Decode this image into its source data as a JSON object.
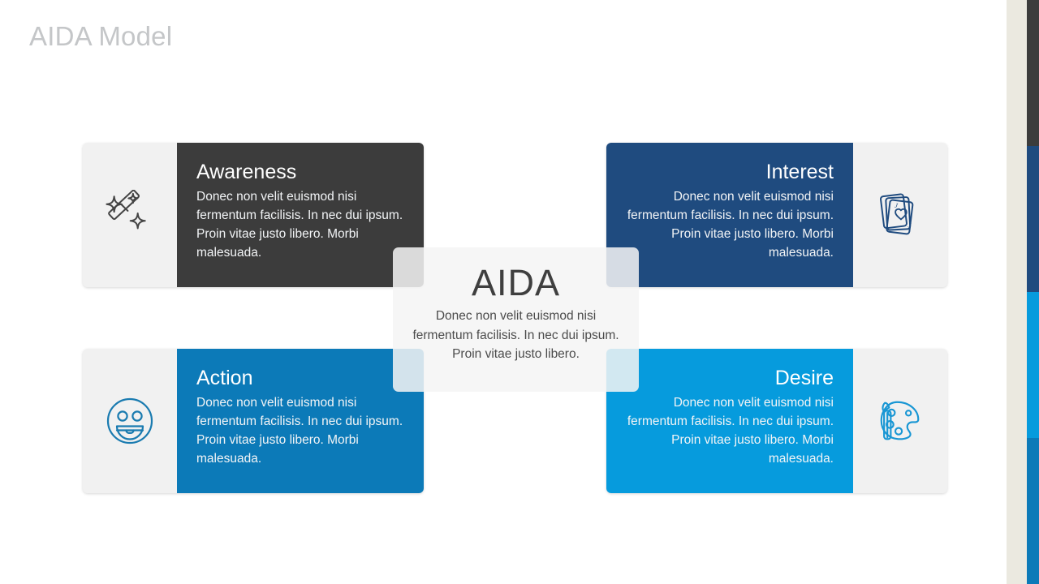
{
  "slide": {
    "title": "AIDA Model",
    "title_color": "#c4c6c8",
    "background": "#ffffff"
  },
  "center": {
    "title": "AIDA",
    "description": "Donec non velit euismod nisi fermentum facilisis. In nec dui ipsum. Proin vitae justo libero.",
    "background": "rgba(245,245,245,0.86)",
    "title_color": "#3f3f3f"
  },
  "cards": [
    {
      "key": "awareness",
      "title": "Awareness",
      "description": "Donec non velit euismod nisi fermentum facilisis. In nec dui ipsum. Proin vitae justo libero. Morbi malesuada.",
      "color": "#3c3c3c",
      "icon": "magic-wand-icon",
      "icon_color": "#444444",
      "side": "left"
    },
    {
      "key": "interest",
      "title": "Interest",
      "description": "Donec non velit euismod nisi fermentum facilisis. In nec dui ipsum. Proin vitae justo libero. Morbi malesuada.",
      "color": "#1f4b7f",
      "icon": "playing-cards-icon",
      "icon_color": "#1f4b7f",
      "side": "right"
    },
    {
      "key": "action",
      "title": "Action",
      "description": "Donec non velit euismod nisi fermentum facilisis. In nec dui ipsum. Proin vitae justo libero. Morbi malesuada.",
      "color": "#0c7ab8",
      "icon": "smiley-face-icon",
      "icon_color": "#0c7ab8",
      "side": "left"
    },
    {
      "key": "desire",
      "title": "Desire",
      "description": "Donec non velit euismod nisi fermentum facilisis. In nec dui ipsum. Proin vitae justo libero. Morbi malesuada.",
      "color": "#069bdd",
      "icon": "paint-palette-icon",
      "icon_color": "#069bdd",
      "side": "right"
    }
  ],
  "palette_strip": {
    "gap_color": "#ebe9e0",
    "swatches": [
      {
        "name": "swatch-dark",
        "color": "#3c3c3c",
        "height": 180
      },
      {
        "name": "swatch-navy",
        "color": "#1f4b7f",
        "height": 180
      },
      {
        "name": "swatch-light-blue",
        "color": "#069bdd",
        "height": 180
      },
      {
        "name": "swatch-medium-blue",
        "color": "#0c7ab8",
        "height": 180
      }
    ]
  }
}
